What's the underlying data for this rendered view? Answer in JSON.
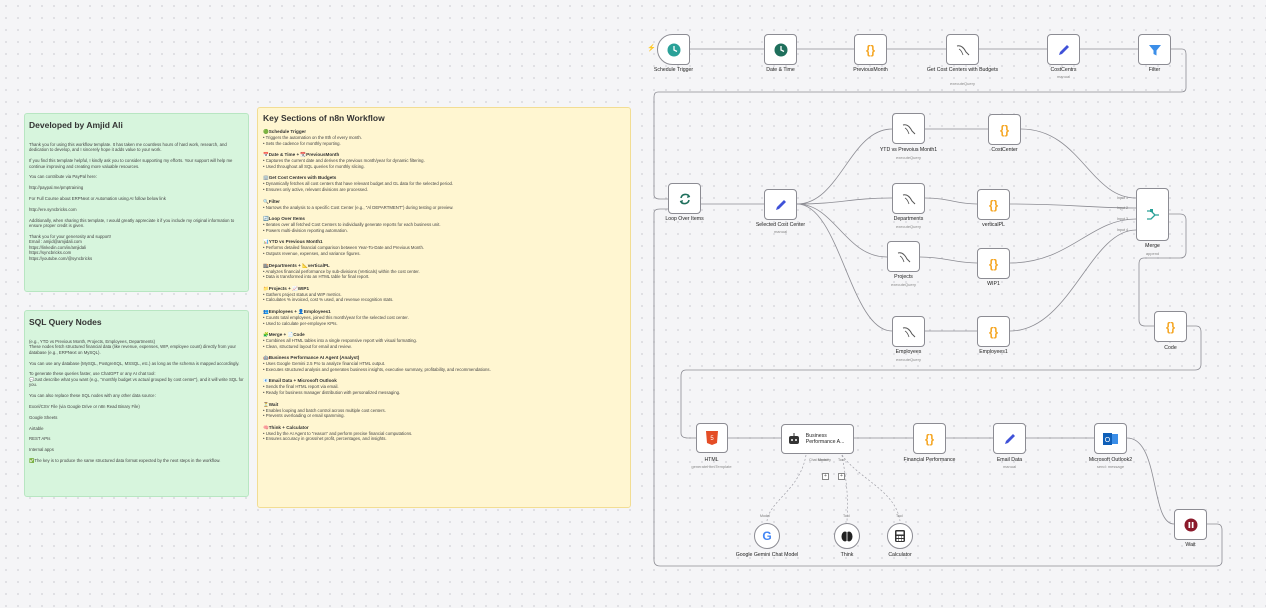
{
  "notes": {
    "dev": {
      "title": "Developed by Amjid Ali",
      "body": "Thank you for using this workflow template. It has taken me countless hours of hard work, research, and dedication to develop, and I sincerely hope it adds value to your work.\n\nIf you find this template helpful, I kindly ask you to consider supporting my efforts. Your support will help me continue improving and creating more valuable resources.\n\nYou can contribute via PayPal here:\n\nhttp://paypal.me/pmptraining\n\nFor Full Course about ERPNext or Automation using AI follow below link\n\nhttp://ere.syncbricks.com\n\nAdditionally, when sharing this template, I would greatly appreciate it if you include my original information to ensure proper credit is given.\n\nThank you for your generosity and support!\nEmail : amjid@amjidali.com\nhttps://linkedin.com/in/amjidali\nhttps://syncbricks.com\nhttps://youtube.com/@syncbricks"
    },
    "sql": {
      "title": "SQL Query Nodes",
      "body": "(e.g., YTD vs Previous Month, Projects, Employees, Departments)\nThese nodes fetch structured financial data (like revenue, expenses, WIP, employee count) directly from your database (e.g., ERPNext on MySQL).\n\nYou can use any database (MySQL, PostgreSQL, MSSQL, etc.) as long as the schema is mapped accordingly.\n\nTo generate these queries faster, use ChatGPT or any AI chat tool:\n💬Just describe what you want (e.g., \"monthly budget vs actual grouped by cost center\"), and it will write SQL for you.\n\nYou can also replace these SQL nodes with any other data source:\n\nExcel/CSV File (via Google Drive or n8n Read Binary File)\n\nGoogle Sheets\n\nAirtable\n\nREST APIs\n\nInternal apps\n\n✅The key is to produce the same structured data format expected by the next steps in the workflow."
    },
    "key": {
      "title": "Key Sections of n8n Workflow",
      "sections": [
        {
          "title": "🟢Schedule Trigger",
          "lines": [
            "Triggers the automation on the 8th of every month.",
            "Sets the cadence for monthly reporting."
          ]
        },
        {
          "title": "📅Date & Time + 📆PreviousMonth",
          "lines": [
            "Captures the current date and derives the previous month/year for dynamic filtering.",
            "Used throughout all SQL queries for monthly slicing."
          ]
        },
        {
          "title": "🏢Get Cost Centers with Budgets",
          "lines": [
            "Dynamically fetches all cost centers that have relevant budget and GL data for the selected period.",
            "Ensures only active, relevant divisions are processed."
          ]
        },
        {
          "title": "🔍Filter",
          "lines": [
            "Narrows the analysis to a specific Cost Center (e.g., \"Al DEPARTMENT\") during testing or preview."
          ]
        },
        {
          "title": "🔄Loop Over Items",
          "lines": [
            "Iterates over all fetched Cost Centers to individually generate reports for each business unit.",
            "Powers multi-division reporting automation."
          ]
        },
        {
          "title": "📊YTD vs Previous Month1",
          "lines": [
            "Performs detailed financial comparison between Year-To-Date and Previous Month.",
            "Outputs revenue, expenses, and variance figures."
          ]
        },
        {
          "title": "🏬Departments + 📐verticalPL",
          "lines": [
            "Analyzes financial performance by sub-divisions (Verticals) within the cost center.",
            "Data is transformed into an HTML table for final report."
          ]
        },
        {
          "title": "📁Projects + 📈WIP1",
          "lines": [
            "Gathers project status and WIP metrics.",
            "Calculates % invoiced, cost % used, and revenue recognition stats."
          ]
        },
        {
          "title": "👥Employees + 👤Employees1",
          "lines": [
            "Counts total employees, joined this month/year for the selected cost center.",
            "Used to calculate per-employee KPIs."
          ]
        },
        {
          "title": "🧩Merge + 📄Code",
          "lines": [
            "Combines all HTML tables into a single responsive report with visual formatting.",
            "Clean, structured layout for email and review."
          ]
        },
        {
          "title": "🤖Business Performance AI Agent (Analyst)",
          "lines": [
            "Uses Google Gemini 2.5 Pro to analyze financial HTML output.",
            "Executes structured analysis and generates business insights, executive summary, profitability, and recommendations."
          ]
        },
        {
          "title": "📧Email Data + Microsoft Outlook",
          "lines": [
            "Sends the final HTML report via email.",
            "Ready for business manager distribution with personalized messaging."
          ]
        },
        {
          "title": "⏳Wait",
          "lines": [
            "Enables looping and batch control across multiple cost centers.",
            "Prevents overloading or email spamming."
          ]
        },
        {
          "title": "🧠Think + Calculator",
          "lines": [
            "Used by the AI Agent to \"reason\" and perform precise financial computations.",
            "Ensures accuracy in gross/net profit, percentages, and insights."
          ]
        }
      ]
    }
  },
  "nodes": [
    {
      "id": "schedule",
      "label": "Schedule Trigger",
      "sub": "",
      "icon": "clock-icon"
    },
    {
      "id": "datetime",
      "label": "Date & Time",
      "sub": "",
      "icon": "clock-icon"
    },
    {
      "id": "prevmonth",
      "label": "PreviousMonth",
      "sub": "",
      "icon": "code-icon"
    },
    {
      "id": "getcc",
      "label": "Get Cost Centers with Budgets",
      "sub": "executeQuery",
      "icon": "mysql-icon"
    },
    {
      "id": "costcentrs",
      "label": "CostCentrs",
      "sub": "manual",
      "icon": "pencil-icon"
    },
    {
      "id": "filter",
      "label": "Filter",
      "sub": "",
      "icon": "filter-icon"
    },
    {
      "id": "loop",
      "label": "Loop Over Items",
      "sub": "",
      "icon": "loop-icon"
    },
    {
      "id": "selcc",
      "label": "Selected Cost Center",
      "sub": "manual",
      "icon": "pencil-icon"
    },
    {
      "id": "ytd",
      "label": "YTD vs Prevoius Month1",
      "sub": "executeQuery",
      "icon": "mysql-icon"
    },
    {
      "id": "costcenter",
      "label": "CostCenter",
      "sub": "",
      "icon": "code-icon"
    },
    {
      "id": "departments",
      "label": "Departments",
      "sub": "executeQuery",
      "icon": "mysql-icon"
    },
    {
      "id": "verticalpl",
      "label": "verticalPL",
      "sub": "",
      "icon": "code-icon"
    },
    {
      "id": "projects",
      "label": "Projects",
      "sub": "executeQuery",
      "icon": "mysql-icon"
    },
    {
      "id": "wip1",
      "label": "WIP1",
      "sub": "",
      "icon": "code-icon"
    },
    {
      "id": "employees",
      "label": "Employees",
      "sub": "executeQuery",
      "icon": "mysql-icon"
    },
    {
      "id": "employees1",
      "label": "Employees1",
      "sub": "",
      "icon": "code-icon"
    },
    {
      "id": "merge",
      "label": "Merge",
      "sub": "append",
      "icon": "merge-icon"
    },
    {
      "id": "code",
      "label": "Code",
      "sub": "",
      "icon": "code-icon"
    },
    {
      "id": "html",
      "label": "HTML",
      "sub": "generateHtmlTemplate",
      "icon": "html-icon"
    },
    {
      "id": "agent",
      "label": "Business Performance A...",
      "sub": "",
      "icon": "robot-icon"
    },
    {
      "id": "finperf",
      "label": "Financial Performance",
      "sub": "",
      "icon": "code-icon"
    },
    {
      "id": "emaildata",
      "label": "Email Data",
      "sub": "manual",
      "icon": "pencil-icon"
    },
    {
      "id": "outlook",
      "label": "Microsoft Outlook2",
      "sub": "send: message",
      "icon": "outlook-icon"
    },
    {
      "id": "wait",
      "label": "Wait",
      "sub": "",
      "icon": "pause-icon"
    },
    {
      "id": "gemini",
      "label": "Google Gemini Chat Model",
      "sub": "",
      "icon": "google-icon"
    },
    {
      "id": "think",
      "label": "Think",
      "sub": "",
      "icon": "brain-icon"
    },
    {
      "id": "calculator",
      "label": "Calculator",
      "sub": "",
      "icon": "calculator-icon"
    }
  ],
  "ports": {
    "merge_inputs": [
      "Input 1",
      "Input 2",
      "Input 3",
      "Input 4"
    ],
    "agent_chat": "Chat Model*",
    "agent_memory": "Memory",
    "agent_tool": "Tool",
    "gemini_port": "Model",
    "think_port": "Tool",
    "calc_port": "Tool"
  },
  "colors": {
    "green_note": "#d7f5dd",
    "yellow_note": "#fff6d1",
    "edge": "#8c8c93",
    "code_icon": "#f5a623",
    "teal": "#2aa198",
    "pencil": "#3f51d8"
  }
}
